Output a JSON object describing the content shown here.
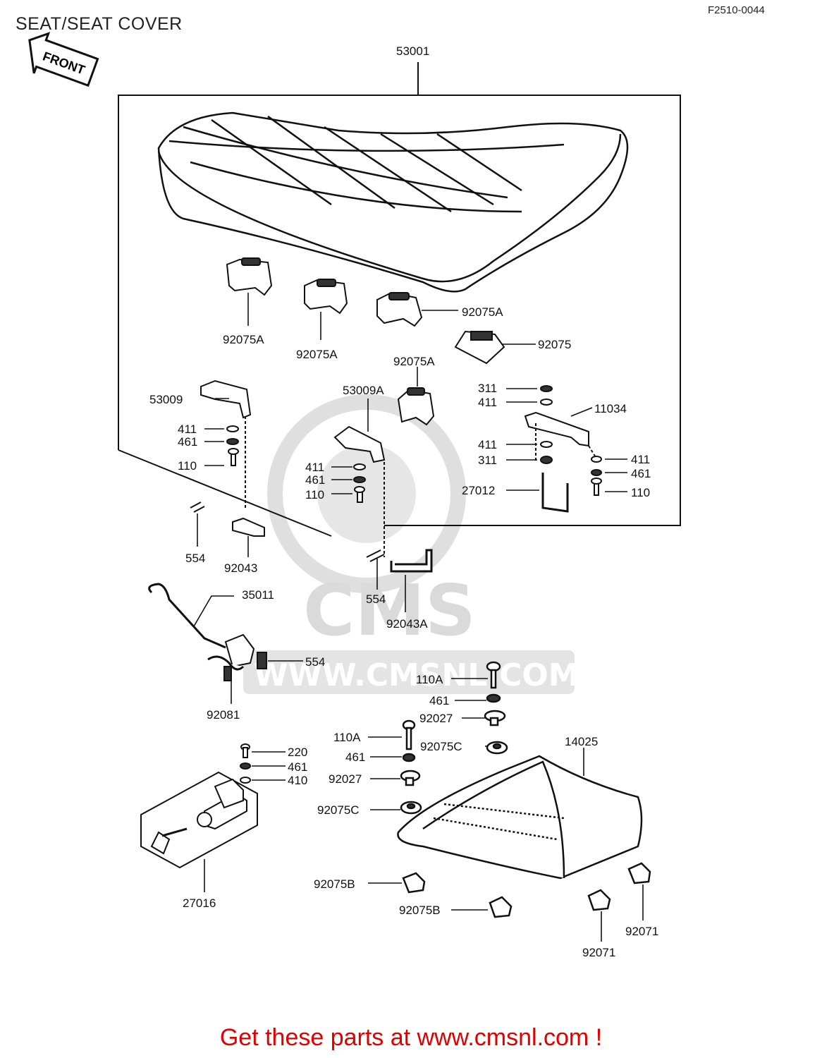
{
  "header": {
    "title": "SEAT/SEAT COVER",
    "figure_code": "F2510-0044",
    "front_arrow": "FRONT"
  },
  "watermark": {
    "logo": "CMS",
    "url": "WWW.CMSNL.COM"
  },
  "callouts": [
    "53001",
    "92075A",
    "92075A",
    "92075A",
    "92075",
    "92075A",
    "53009",
    "53009A",
    "311",
    "411",
    "11034",
    "411",
    "461",
    "110",
    "411",
    "461",
    "110",
    "411",
    "311",
    "411",
    "461",
    "110",
    "27012",
    "554",
    "92043",
    "554",
    "92043A",
    "35011",
    "554",
    "92081",
    "110A",
    "461",
    "92027",
    "92075C",
    "110A",
    "461",
    "92027",
    "92075C",
    "14025",
    "220",
    "461",
    "410",
    "27016",
    "92075B",
    "92075B",
    "92071",
    "92071"
  ],
  "footer": {
    "text": "Get these parts at www.cmsnl.com !"
  },
  "colors": {
    "line": "#111111",
    "footer": "#e00000",
    "watermark": "#d9d9d9"
  }
}
